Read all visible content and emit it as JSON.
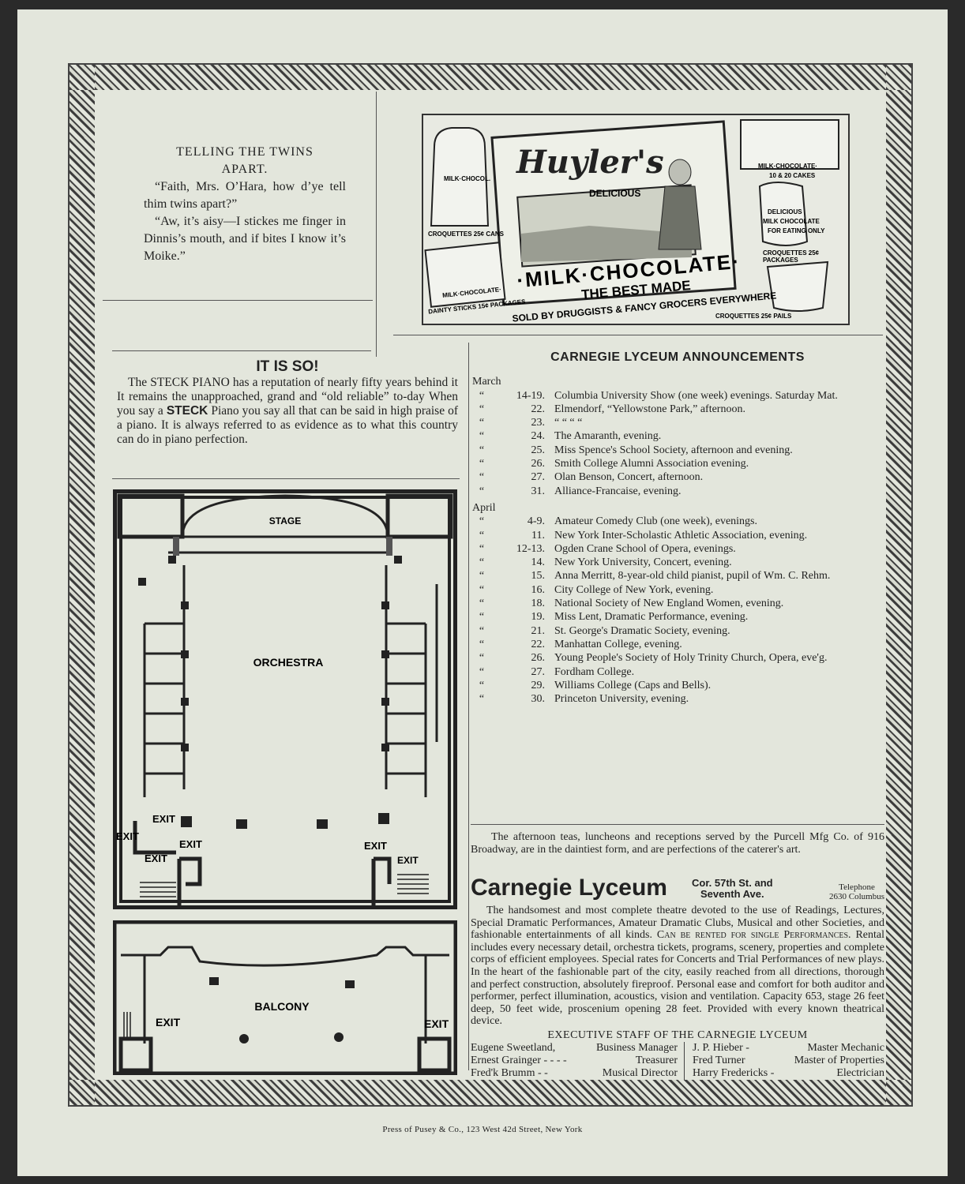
{
  "twins": {
    "title_line1": "TELLING THE TWINS",
    "title_line2": "APART.",
    "para1": "“Faith, Mrs. O’Hara, how d’ye tell thim twins apart?”",
    "para2": "“Aw, it’s aisy—I stickes me finger in Dinnis’s mouth, and if bites I know it’s Moike.”"
  },
  "ad": {
    "brand": "Huyler's",
    "delicious": "DELICIOUS",
    "milk_chocolate": "·MILK·CHOCOLATE·",
    "best_made": "THE BEST MADE",
    "sold_by": "SOLD BY DRUGGISTS & FANCY GROCERS EVERYWHERE",
    "can_label": "CROQUETTES 25¢ CANS",
    "sticks_label": "DAINTY STICKS 15¢ PACKAGES",
    "box_label": "MILK·CHOCOLATE·",
    "cakes_label": "10 & 20 CAKES",
    "packages_label": "CROQUETTES 25¢ PACKAGES",
    "pails_label": "CROQUETTES 25¢ PAILS",
    "milk_choc_small": "MILK·CHOCOL.",
    "tin_delicious": "DELICIOUS",
    "tin_milk": "MILK CHOCOLATE",
    "tin_eating": "FOR EATING ONLY"
  },
  "steck": {
    "heading": "IT IS SO!",
    "text_a": "The STECK PIANO has a reputation of nearly fifty years behind it It remains the unapproached, grand and “old reliable” to-day When you say a ",
    "brand": "STECK",
    "text_b": " Piano you say all that can be said in high praise of a piano. It is always referred to as evidence as to what this country can do in piano perfection."
  },
  "plan": {
    "stage": "STAGE",
    "orchestra": "ORCHESTRA",
    "balcony": "BALCONY",
    "exit": "EXIT"
  },
  "announcements": {
    "heading": "CARNEGIE LYCEUM ANNOUNCEMENTS",
    "march_label": "March",
    "march": [
      {
        "q": "“",
        "d": "14-19.",
        "e": "Columbia University Show (one week) evenings. Saturday Mat."
      },
      {
        "q": "“",
        "d": "22.",
        "e": "Elmendorf, “Yellowstone Park,” afternoon."
      },
      {
        "q": "“",
        "d": "23.",
        "e": "              “              “              “              “"
      },
      {
        "q": "“",
        "d": "24.",
        "e": "The Amaranth, evening."
      },
      {
        "q": "“",
        "d": "25.",
        "e": "Miss Spence's School Society, afternoon and evening."
      },
      {
        "q": "“",
        "d": "26.",
        "e": "Smith College Alumni Association evening."
      },
      {
        "q": "“",
        "d": "27.",
        "e": "Olan Benson, Concert, afternoon."
      },
      {
        "q": "“",
        "d": "31.",
        "e": "Alliance-Francaise, evening."
      }
    ],
    "april_label": "April",
    "april": [
      {
        "q": "“",
        "d": "4-9.",
        "e": "Amateur Comedy Club (one week), evenings."
      },
      {
        "q": "“",
        "d": "11.",
        "e": "New York Inter-Scholastic Athletic Association, evening."
      },
      {
        "q": "“",
        "d": "12-13.",
        "e": "Ogden Crane School of Opera, evenings."
      },
      {
        "q": "“",
        "d": "14.",
        "e": "New York University, Concert, evening."
      },
      {
        "q": "“",
        "d": "15.",
        "e": "Anna Merritt, 8-year-old child pianist, pupil of Wm. C. Rehm."
      },
      {
        "q": "“",
        "d": "16.",
        "e": "City College of New York, evening."
      },
      {
        "q": "“",
        "d": "18.",
        "e": "National Society of New England Women, evening."
      },
      {
        "q": "“",
        "d": "19.",
        "e": "Miss Lent, Dramatic Performance, evening."
      },
      {
        "q": "“",
        "d": "21.",
        "e": "St. George's Dramatic Society, evening."
      },
      {
        "q": "“",
        "d": "22.",
        "e": "Manhattan College, evening."
      },
      {
        "q": "“",
        "d": "26.",
        "e": "Young People's Society of Holy Trinity Church, Opera, eve'g."
      },
      {
        "q": "“",
        "d": "27.",
        "e": "Fordham College."
      },
      {
        "q": "“",
        "d": "29.",
        "e": "Williams College (Caps and Bells)."
      },
      {
        "q": "“",
        "d": "30.",
        "e": "Princeton University, evening."
      }
    ]
  },
  "caterer": "The afternoon teas, luncheons and receptions served by the Purcell Mfg Co. of 916 Broadway, are in the daintiest form, and are perfections of the caterer's art.",
  "lyceum": {
    "name": "Carnegie Lyceum",
    "corner_line1": "Cor. 57th St. and",
    "corner_line2": "Seventh Ave.",
    "tel_line1": "Telephone",
    "tel_line2": "2630 Columbus",
    "body_a": "The handsomest and most complete theatre devoted to the use of Readings, Lectures, Special Dramatic Performances, Amateur Dramatic Clubs, Musical and other Societies, and fashionable entertainments of all kinds. ",
    "body_sc": "Can be rented for single Performances.",
    "body_b": " Rental includes every necessary detail, orchestra tickets, programs, scenery, properties and complete corps of efficient employees. Special rates for Concerts and Trial Performances of new plays. In the heart of the fashionable part of the city, easily reached from all directions, thorough and perfect construction, absolutely fireproof. Personal ease and comfort for both auditor and performer, perfect illumination, acoustics, vision and ventilation. Capacity 653, stage 26 feet deep, 50 feet wide, proscenium opening 28 feet. Provided with every known theatrical device."
  },
  "staff": {
    "heading": "EXECUTIVE STAFF OF THE CARNEGIE LYCEUM",
    "left": [
      {
        "name": "Eugene Sweetland,",
        "role": "Business Manager"
      },
      {
        "name": "Ernest Grainger - - - -",
        "role": "Treasurer"
      },
      {
        "name": "Fred'k Brumm - -",
        "role": "Musical Director"
      }
    ],
    "right": [
      {
        "name": "J. P. Hieber -",
        "role": "Master Mechanic"
      },
      {
        "name": "Fred Turner",
        "role": "Master of Properties"
      },
      {
        "name": "Harry Fredericks -",
        "role": "Electrician"
      }
    ]
  },
  "press": "Press of Pusey & Co., 123 West 42d Street, New York"
}
